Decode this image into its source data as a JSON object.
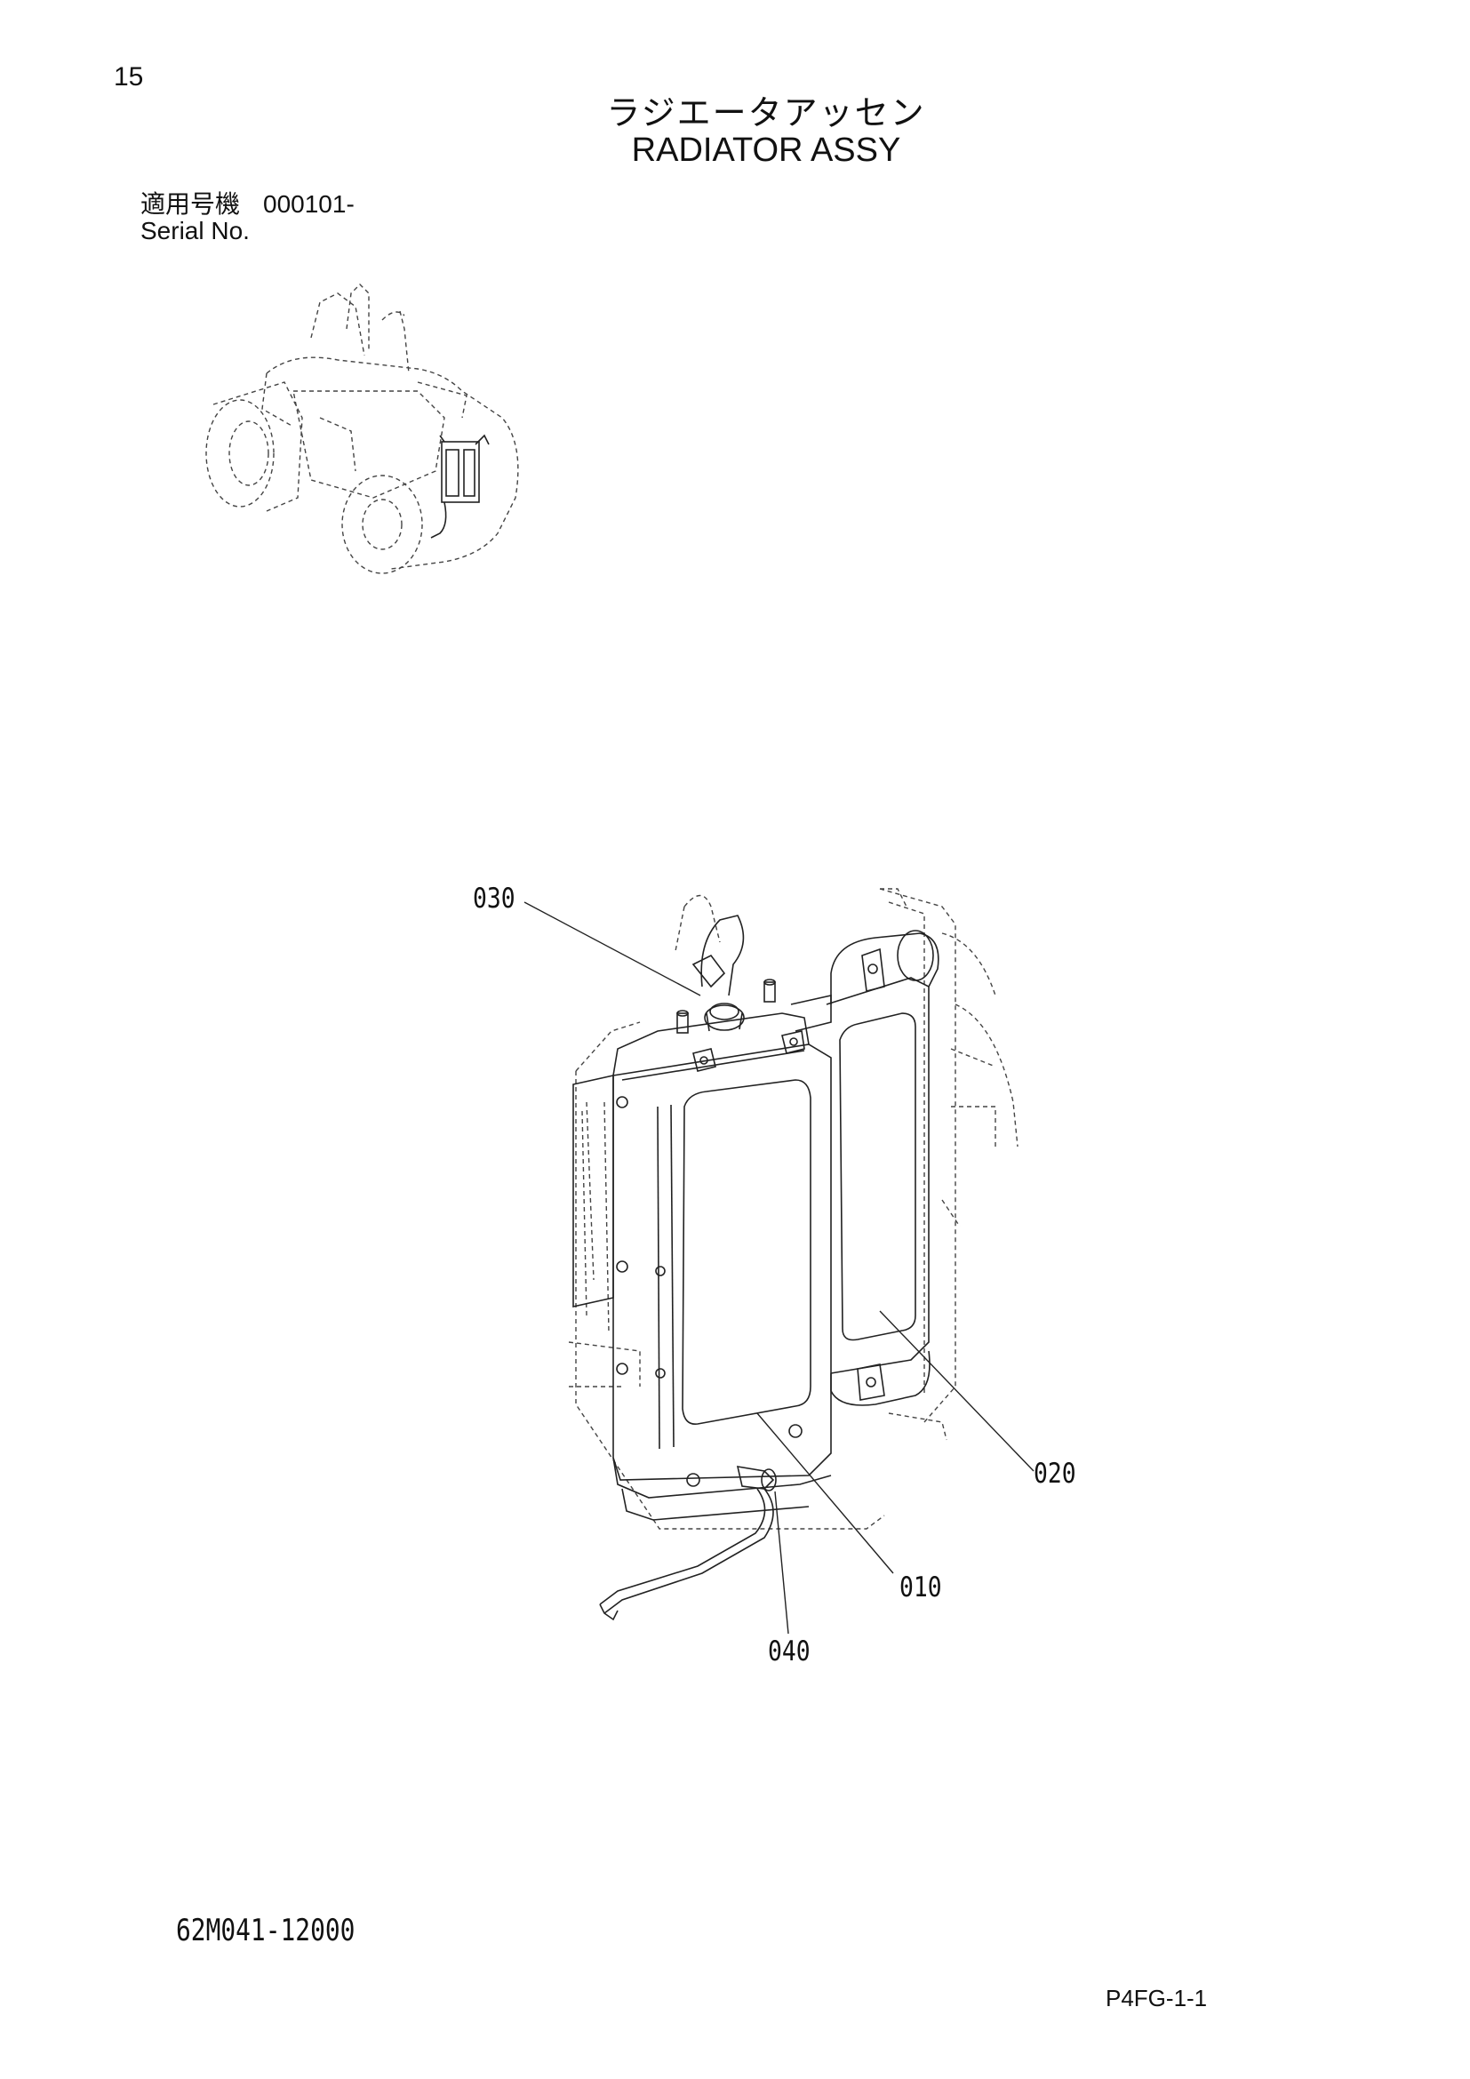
{
  "header": {
    "page_number": "15",
    "title_jp": "ラジエータアッセン",
    "title_en": "RADIATOR ASSY"
  },
  "serial": {
    "label_jp": "適用号機",
    "value": "000101-",
    "label_en": "Serial No."
  },
  "callouts": {
    "c010": "010",
    "c020": "020",
    "c030": "030",
    "c040": "040"
  },
  "footer": {
    "drawing_code": "62M041-12000",
    "page_ref": "P4FG-1-1"
  }
}
